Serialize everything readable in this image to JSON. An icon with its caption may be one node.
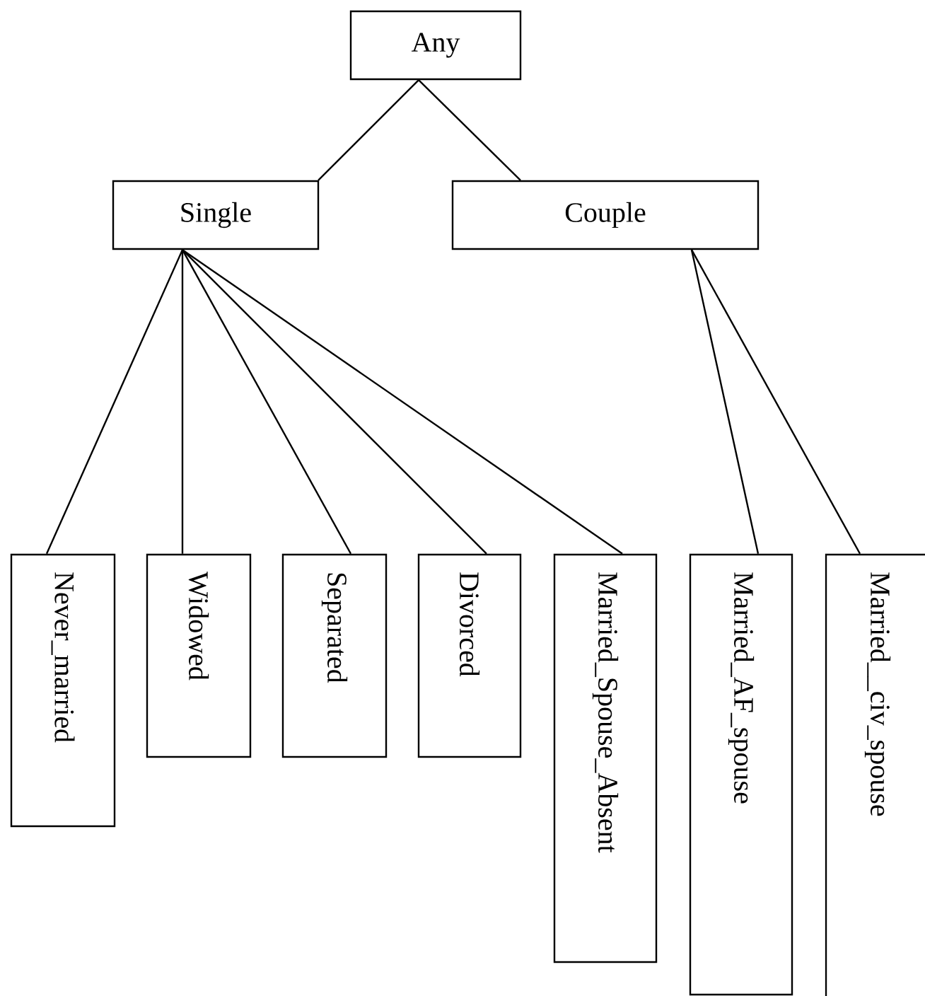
{
  "diagram": {
    "nodes": [
      {
        "text": [
          "Any"
        ]
      },
      {
        "text": [
          "Single"
        ]
      },
      {
        "text": [
          "Couple"
        ]
      },
      {
        "text": [
          "Never_married"
        ]
      },
      {
        "text": [
          "Widowed"
        ]
      },
      {
        "text": [
          "Separated"
        ]
      },
      {
        "text": [
          "Divorced"
        ]
      },
      {
        "text": [
          "Married_Spouse_Absent"
        ]
      },
      {
        "text": [
          "Married_AF_spouse"
        ]
      },
      {
        "text": [
          "Married__civ_spouse"
        ]
      }
    ],
    "edges": [
      {
        "from": 0,
        "to": 1,
        "arrow": "none"
      },
      {
        "from": 0,
        "to": 2,
        "arrow": "none"
      },
      {
        "from": 1,
        "to": 3,
        "arrow": "none"
      },
      {
        "from": 1,
        "to": 4,
        "arrow": "none"
      },
      {
        "from": 1,
        "to": 5,
        "arrow": "none"
      },
      {
        "from": 1,
        "to": 6,
        "arrow": "none"
      },
      {
        "from": 1,
        "to": 7,
        "arrow": "none"
      },
      {
        "from": 2,
        "to": 8,
        "arrow": "none"
      },
      {
        "from": 2,
        "to": 9,
        "arrow": "none"
      }
    ]
  }
}
